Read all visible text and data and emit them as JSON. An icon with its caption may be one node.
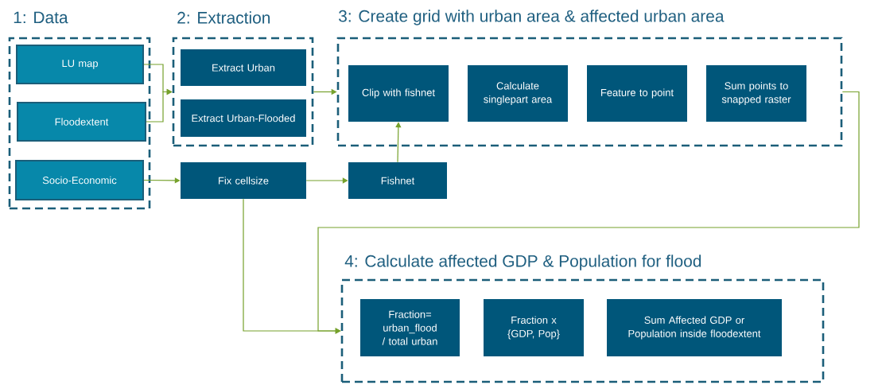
{
  "diagram": {
    "nodes": [
      {
        "text": [
          "1: Data"
        ]
      },
      {
        "text": [
          "LU map"
        ],
        "in": 0
      },
      {
        "text": [
          "Floodextent"
        ],
        "in": 0
      },
      {
        "text": [
          "Socio-Economic"
        ],
        "in": 0
      },
      {
        "text": [
          "2: Extraction"
        ]
      },
      {
        "text": [
          "Extract Urban"
        ],
        "in": 4
      },
      {
        "text": [
          "Extract Urban-Flooded"
        ],
        "in": 4
      },
      {
        "text": [
          "3: Create grid with urban area & affected urban area"
        ]
      },
      {
        "text": [
          "Clip with fishnet"
        ],
        "in": 7
      },
      {
        "text": [
          "Calculate singlepart area"
        ],
        "in": 7
      },
      {
        "text": [
          "Feature to point"
        ],
        "in": 7
      },
      {
        "text": [
          "Sum points to snapped raster"
        ],
        "in": 7
      },
      {
        "text": [
          "Fix cellsize"
        ]
      },
      {
        "text": [
          "Fishnet"
        ]
      },
      {
        "text": [
          "4: Calculate affected GDP & Population for flood"
        ]
      },
      {
        "text": [
          "Fraction= urban_flood / total urban"
        ],
        "in": 14
      },
      {
        "text": [
          "Fraction x {GDP, Pop}"
        ],
        "in": 14
      },
      {
        "text": [
          "Sum Affected GDP or Population inside floodextent"
        ],
        "in": 14
      }
    ],
    "edges": [
      {
        "from": 1,
        "to": 4,
        "arrow": "to"
      },
      {
        "from": 2,
        "to": 4,
        "arrow": "to"
      },
      {
        "from": 3,
        "to": 12,
        "arrow": "to"
      },
      {
        "from": 4,
        "to": 7,
        "arrow": "to"
      },
      {
        "from": 12,
        "to": 13,
        "arrow": "to"
      },
      {
        "from": 13,
        "to": 8,
        "arrow": "to"
      },
      {
        "from": 7,
        "to": 14,
        "arrow": "to"
      },
      {
        "from": 12,
        "to": 14,
        "arrow": "to"
      }
    ]
  }
}
